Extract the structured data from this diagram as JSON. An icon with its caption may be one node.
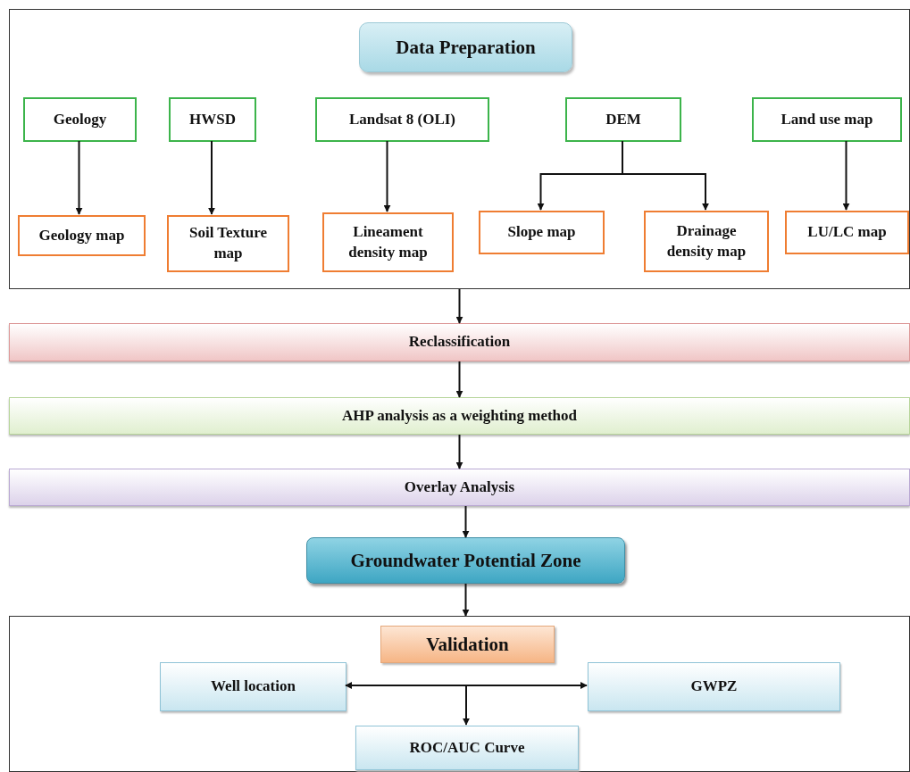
{
  "diagram": {
    "nodes": [
      {
        "text": [],
        "shape": "box"
      },
      {
        "text": [
          "Data Preparation"
        ],
        "in": 0
      },
      {
        "text": [
          "Geology"
        ],
        "in": 0
      },
      {
        "text": [
          "HWSD"
        ],
        "in": 0
      },
      {
        "text": [
          "Landsat 8 (OLI)"
        ],
        "in": 0
      },
      {
        "text": [
          "DEM"
        ],
        "in": 0
      },
      {
        "text": [
          "Land use map"
        ],
        "in": 0
      },
      {
        "text": [
          "Geology map"
        ],
        "in": 0
      },
      {
        "text": [
          "Soil Texture map"
        ],
        "in": 0
      },
      {
        "text": [
          "Lineament density map"
        ],
        "in": 0
      },
      {
        "text": [
          "Slope map"
        ],
        "in": 0
      },
      {
        "text": [
          "Drainage density map"
        ],
        "in": 0
      },
      {
        "text": [
          "LU/LC map"
        ],
        "in": 0
      },
      {
        "text": [
          "Reclassification"
        ]
      },
      {
        "text": [
          "AHP analysis as a weighting method"
        ]
      },
      {
        "text": [
          "Overlay Analysis"
        ]
      },
      {
        "text": [
          "Groundwater Potential Zone"
        ]
      },
      {
        "text": [],
        "shape": "box"
      },
      {
        "text": [
          "Validation"
        ],
        "in": 17
      },
      {
        "text": [
          "Well location"
        ],
        "in": 17
      },
      {
        "text": [
          "GWPZ"
        ],
        "in": 17
      },
      {
        "text": [
          "ROC/AUC Curve"
        ],
        "in": 17
      }
    ],
    "edges": [
      {
        "from": 2,
        "to": 7,
        "arrow": "to"
      },
      {
        "from": 3,
        "to": 8,
        "arrow": "to"
      },
      {
        "from": 4,
        "to": 9,
        "arrow": "to"
      },
      {
        "from": 5,
        "to": 10,
        "arrow": "to"
      },
      {
        "from": 5,
        "to": 11,
        "arrow": "to"
      },
      {
        "from": 6,
        "to": 12,
        "arrow": "to"
      },
      {
        "from": 0,
        "to": 13,
        "arrow": "to"
      },
      {
        "from": 13,
        "to": 14,
        "arrow": "to"
      },
      {
        "from": 14,
        "to": 15,
        "arrow": "to"
      },
      {
        "from": 15,
        "to": 16,
        "arrow": "to"
      },
      {
        "from": 16,
        "to": 17,
        "arrow": "to"
      },
      {
        "from": 19,
        "to": 20,
        "arrow": "both"
      },
      {
        "from": null,
        "to": 21,
        "arrow": "to"
      }
    ]
  }
}
